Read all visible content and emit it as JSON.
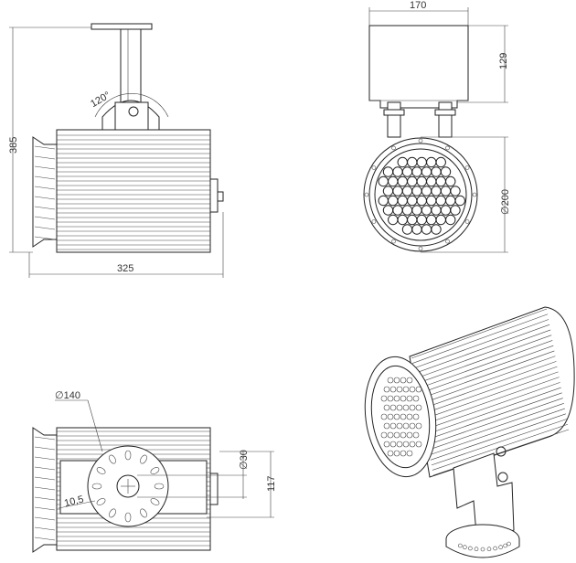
{
  "side_view": {
    "height_label": "385",
    "width_label": "325",
    "angle_label": "120°"
  },
  "front_view": {
    "bracket_width_label": "170",
    "bracket_height_label": "129",
    "diameter_label": "∅200"
  },
  "bottom_view": {
    "base_diameter_label": "∅140",
    "slot_label": "10,5",
    "hole_label": "∅30",
    "height_label": "117"
  },
  "colors": {
    "line": "#222222",
    "dimension": "#555555",
    "background": "#ffffff"
  }
}
